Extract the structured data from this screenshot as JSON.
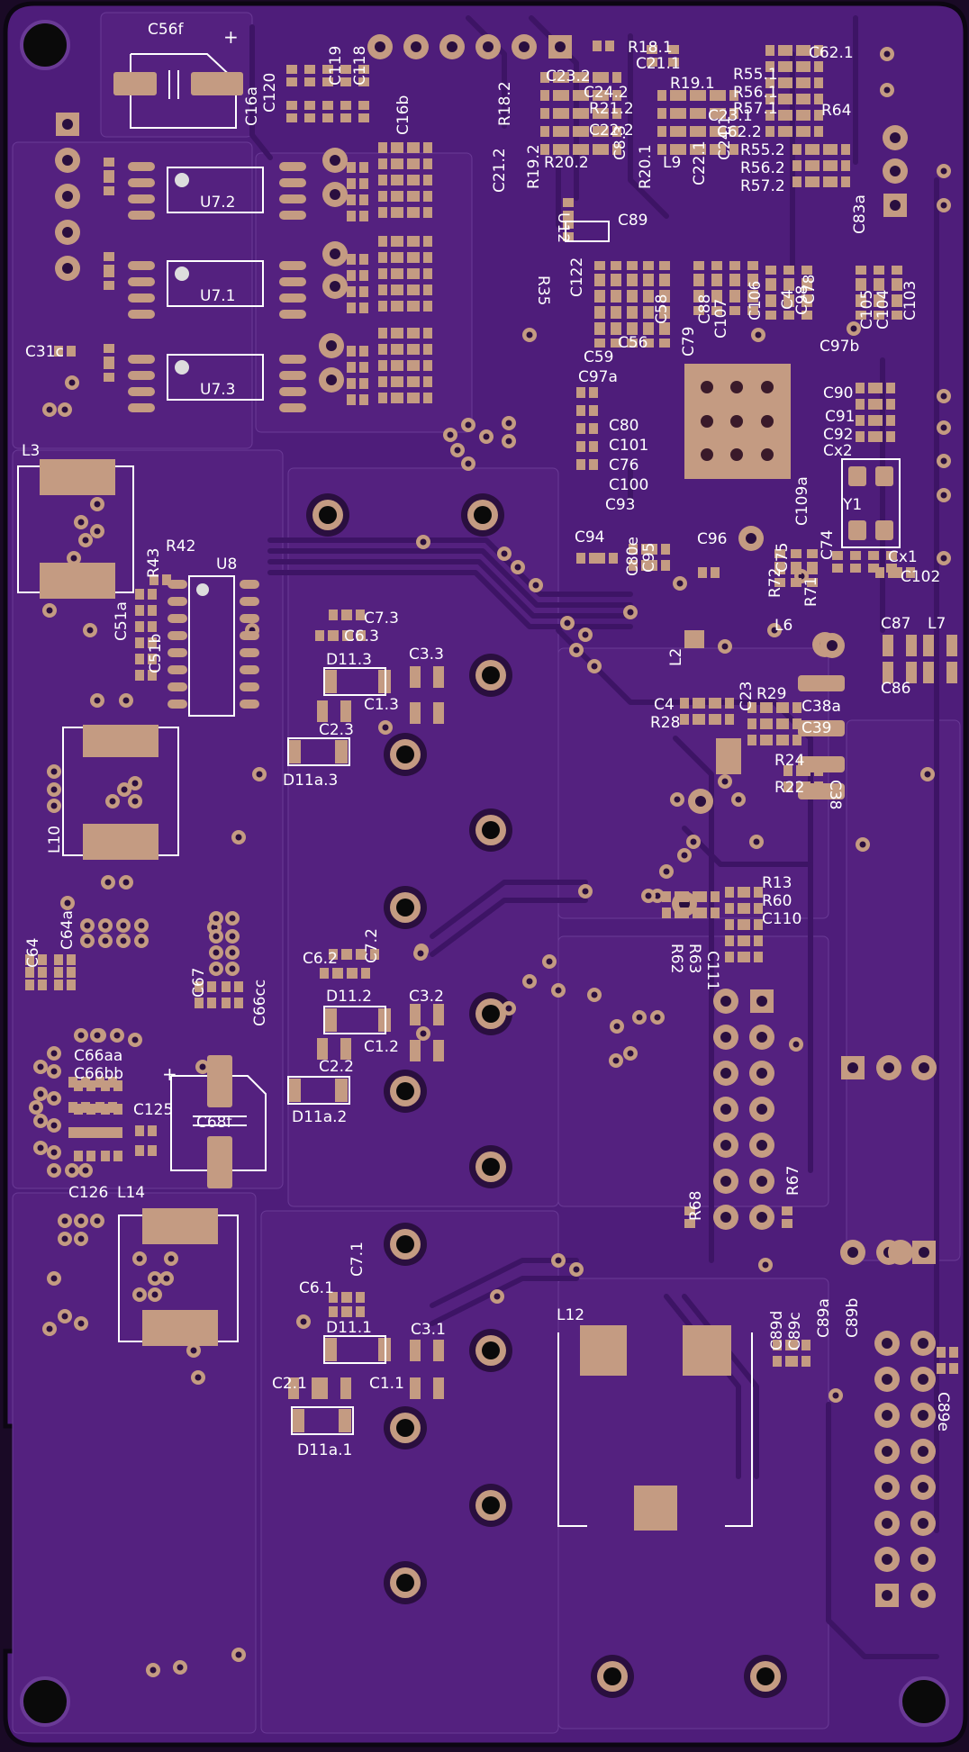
{
  "colors": {
    "board": "#4e1d7a",
    "pour": "#54217f",
    "trace": "#3d1465",
    "trace_edge": "#6a3a96",
    "copper": "#c49b82",
    "silk": "#ffffff",
    "outline": "#0c0612",
    "hole": "#0a0a0a"
  },
  "labels": {
    "C56f": "C56f",
    "C16a": "C16a",
    "C120": "C120",
    "C119": "C119",
    "C118": "C118",
    "C16b": "C16b",
    "U7_2": "U7.2",
    "U7_1": "U7.1",
    "U7_3": "U7.3",
    "C31c": "C31c",
    "L3": "L3",
    "R42": "R42",
    "R43": "R43",
    "U8": "U8",
    "C51a": "C51a",
    "C51b": "C51b",
    "L10": "L10",
    "C7_3": "C7.3",
    "C6_3": "C6.3",
    "D11_3": "D11.3",
    "C3_3": "C3.3",
    "C1_3": "C1.3",
    "C2_3": "C2.3",
    "D11a_3": "D11a.3",
    "C64": "C64",
    "C64a": "C64a",
    "C67": "C67",
    "C66cc": "C66cc",
    "C6_2": "C6.2",
    "C7_2": "C7.2",
    "D11_2": "D11.2",
    "C3_2": "C3.2",
    "C1_2": "C1.2",
    "C2_2": "C2.2",
    "D11a_2": "D11a.2",
    "C66aa": "C66aa",
    "C66bb": "C66bb",
    "C125": "C125",
    "C68f": "C68f",
    "C126": "C126",
    "L14": "L14",
    "C7_1": "C7.1",
    "C6_1": "C6.1",
    "D11_1": "D11.1",
    "C3_1": "C3.1",
    "C2_1": "C2.1",
    "C1_1": "C1.1",
    "D11a_1": "D11a.1",
    "R18_1": "R18.1",
    "C21_1": "C21.1",
    "C23_2": "C23.2",
    "C24_2": "C24.2",
    "R19_1": "R19.1",
    "R21_2": "R21.2",
    "R18_2": "R18.2",
    "C22_2": "C22.2",
    "C21_2": "C21.2",
    "R19_2": "R19.2",
    "R20_2": "R20.2",
    "C8_3": "C8.3",
    "R20_1": "R20.1",
    "L9": "L9",
    "C22_1": "C22.1",
    "C24_1": "C24.1",
    "C23_1": "C23.1",
    "C62_1": "C62.1",
    "R55_1": "R55.1",
    "R56_1": "R56.1",
    "R57_1": "R57.1",
    "R64": "R64",
    "C62_2": "C62.2",
    "R55_2": "R55.2",
    "R56_2": "R56.2",
    "R57_2": "R57.2",
    "C83a": "C83a",
    "U12": "U12",
    "C89": "C89",
    "R35": "R35",
    "C122": "C122",
    "C56": "C56",
    "C59": "C59",
    "C58": "C58",
    "C79": "C79",
    "C88": "C88",
    "C107": "C107",
    "C106": "C106",
    "C4": "C4",
    "C98": "C98",
    "C78": "C78",
    "C105": "C105",
    "C104": "C104",
    "C103": "C103",
    "C97b": "C97b",
    "C97a": "C97a",
    "C80": "C80",
    "C101": "C101",
    "C76": "C76",
    "C100": "C100",
    "C90": "C90",
    "C91": "C91",
    "C92": "C92",
    "Cx2": "Cx2",
    "C109a": "C109a",
    "Y1": "Y1",
    "C93": "C93",
    "C94": "C94",
    "C80e": "C80e",
    "C95": "C95",
    "C96": "C96",
    "C75": "C75",
    "C74": "C74",
    "R72": "R72",
    "R71": "R71",
    "Cx1": "Cx1",
    "C102": "C102",
    "L6": "L6",
    "C87": "C87",
    "L7": "L7",
    "C86": "C86",
    "L2": "L2",
    "C4b": "C4",
    "R28": "R28",
    "C23": "C23",
    "R29": "R29",
    "C38a": "C38a",
    "C39": "C39",
    "R24": "R24",
    "C38": "C38",
    "R22": "R22",
    "R13": "R13",
    "R60": "R60",
    "C110": "C110",
    "R62": "R62",
    "R63": "R63",
    "C111": "C111",
    "R68": "R68",
    "R67": "R67",
    "L12": "L12",
    "C89d": "C89d",
    "C89c": "C89c",
    "C89a": "C89a",
    "C89b": "C89b",
    "C89e": "C89e"
  }
}
